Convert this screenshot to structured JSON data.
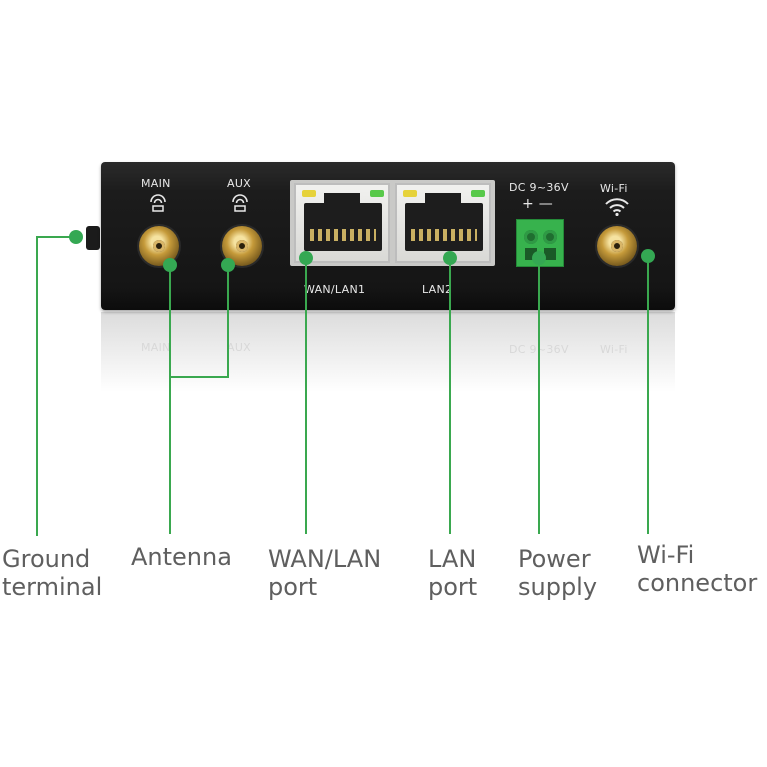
{
  "colors": {
    "accent": "#34a853",
    "label_text": "#5f5f5f",
    "device_body": "#151515",
    "terminal_green": "#37b24d"
  },
  "device": {
    "silkscreen": {
      "main": "MAIN",
      "aux": "AUX",
      "wan_lan1": "WAN/LAN1",
      "lan2": "LAN2",
      "dc": "DC 9~36V",
      "polarity": "+ —",
      "wifi": "Wi-Fi"
    },
    "icons": [
      "antenna-icon",
      "antenna-icon",
      "wifi-icon"
    ]
  },
  "callouts": [
    {
      "id": "ground",
      "text": "Ground\nterminal"
    },
    {
      "id": "antenna",
      "text": "Antenna"
    },
    {
      "id": "wan",
      "text": "WAN/LAN\nport"
    },
    {
      "id": "lan",
      "text": "LAN\nport"
    },
    {
      "id": "power",
      "text": "Power\nsupply"
    },
    {
      "id": "wifi",
      "text": "Wi-Fi\nconnector"
    }
  ]
}
